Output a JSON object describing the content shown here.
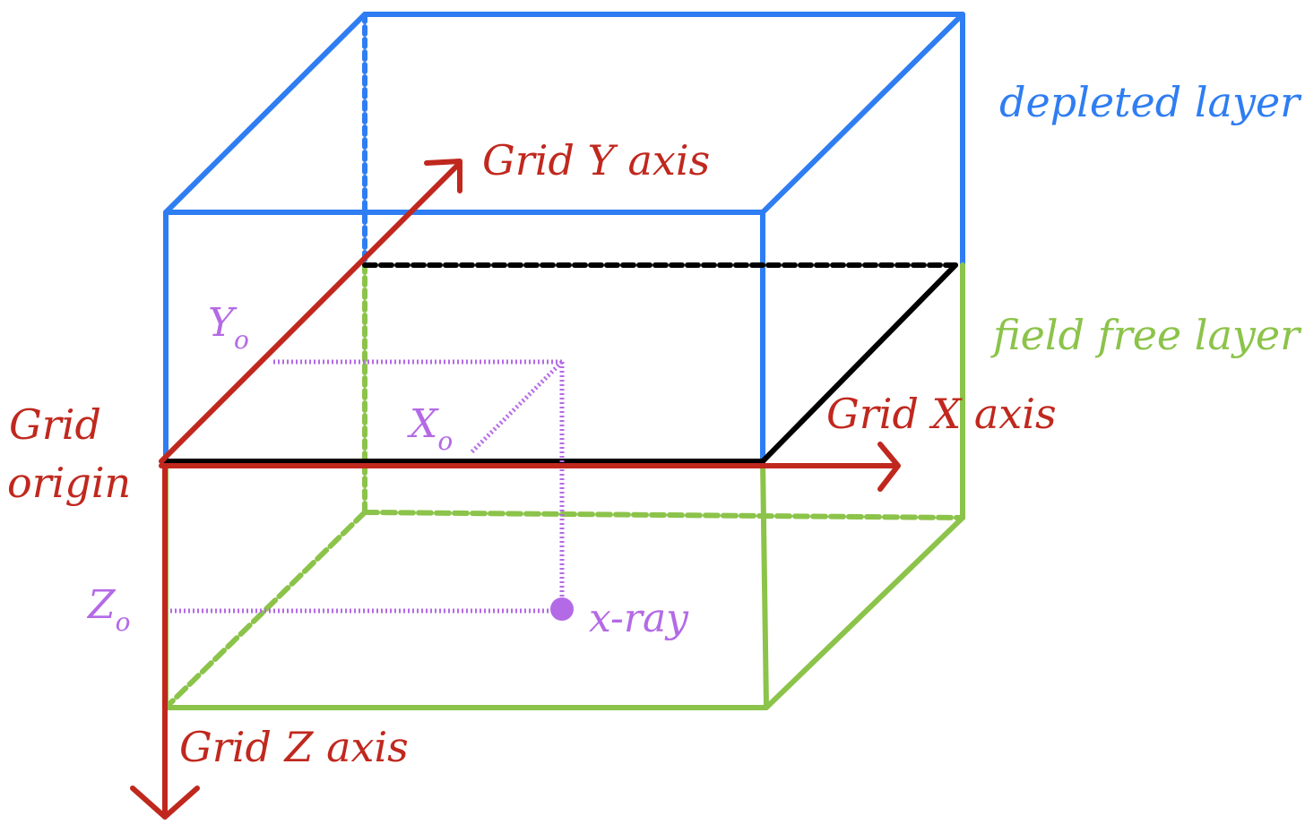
{
  "colors": {
    "depleted": "#2f7df2",
    "field_free": "#8cc34a",
    "axis": "#c0281e",
    "boundary": "#000000",
    "xray": "#b46ae6"
  },
  "labels": {
    "depleted_layer": "depleted layer",
    "field_free_layer": "field free layer",
    "grid_y_axis": "Grid Y axis",
    "grid_x_axis": "Grid X axis",
    "grid_z_axis": "Grid Z axis",
    "grid_origin_line1": "Grid",
    "grid_origin_line2": "origin",
    "xray": "x-ray",
    "x0_base": "X",
    "x0_sub": "o",
    "y0_base": "Y",
    "y0_sub": "o",
    "z0_base": "Z",
    "z0_sub": "o"
  }
}
